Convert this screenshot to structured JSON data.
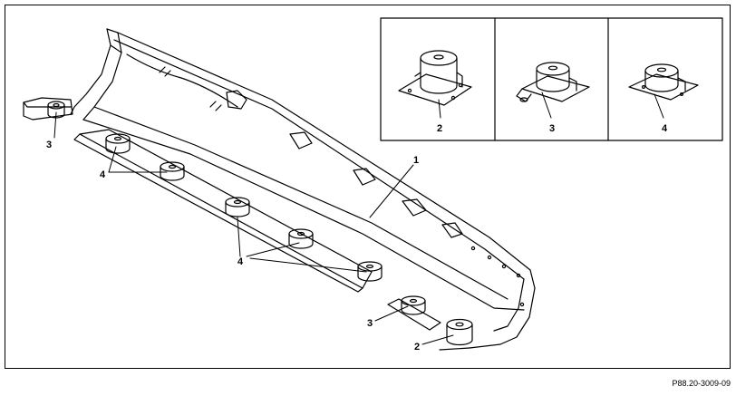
{
  "labels": {
    "panel": "1",
    "mount_a": "2",
    "mount_b": "3",
    "mount_c": "4"
  },
  "reference_code": "P88.20-3009-09"
}
